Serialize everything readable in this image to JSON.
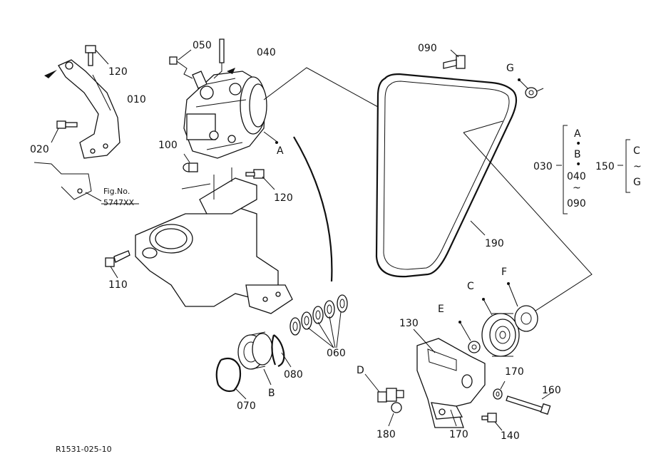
{
  "diagram_id": "R1531-025-10",
  "figure_ref": {
    "title": "Fig.No.",
    "number": "5747XX"
  },
  "labels": {
    "p010": "010",
    "p020": "020",
    "p030": "030",
    "p040": "040",
    "p050": "050",
    "p060": "060",
    "p070": "070",
    "p080": "080",
    "p090": "090",
    "p100": "100",
    "p110": "110",
    "p120a": "120",
    "p120b": "120",
    "p130": "130",
    "p140": "140",
    "p150": "150",
    "p160": "160",
    "p170a": "170",
    "p170b": "170",
    "p180": "180",
    "p190": "190",
    "A": "A",
    "B": "B",
    "C": "C",
    "D": "D",
    "E": "E",
    "F": "F",
    "G": "G"
  },
  "group_030": {
    "items": [
      "A",
      "•",
      "B",
      "•",
      "040",
      "~",
      "090"
    ]
  },
  "group_150": {
    "items": [
      "C",
      "~",
      "G"
    ]
  }
}
